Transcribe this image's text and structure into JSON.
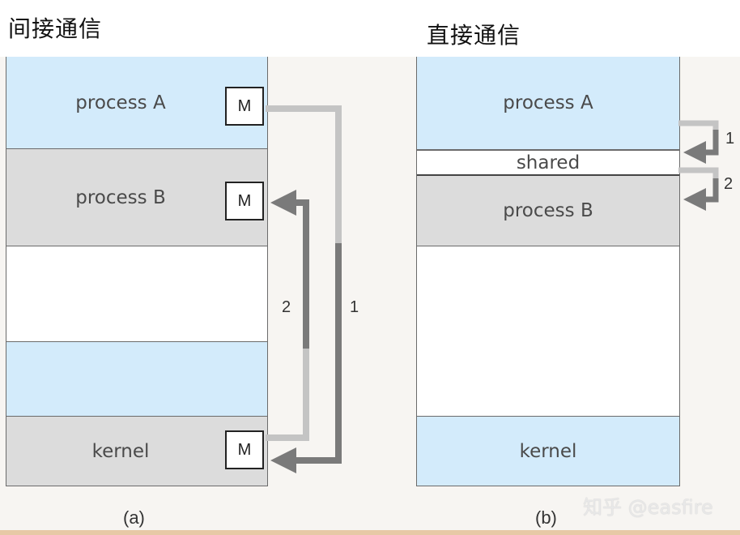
{
  "titles": {
    "left": "间接通信",
    "right": "直接通信"
  },
  "panel_a": {
    "caption": "(a)",
    "segments": {
      "process_a": "process A",
      "process_b": "process B",
      "kernel": "kernel"
    },
    "message_label": "M",
    "arrow_labels": {
      "first": "1",
      "second": "2"
    }
  },
  "panel_b": {
    "caption": "(b)",
    "segments": {
      "process_a": "process A",
      "shared": "shared",
      "process_b": "process B",
      "kernel": "kernel"
    },
    "arrow_labels": {
      "first": "1",
      "second": "2"
    }
  },
  "watermark": "知乎 @easfire",
  "colors": {
    "process_blue": "#d3ebfb",
    "grey": "#dcdcdc",
    "arrow_dark": "#7a7a7a",
    "arrow_light": "#c4c4c4"
  }
}
